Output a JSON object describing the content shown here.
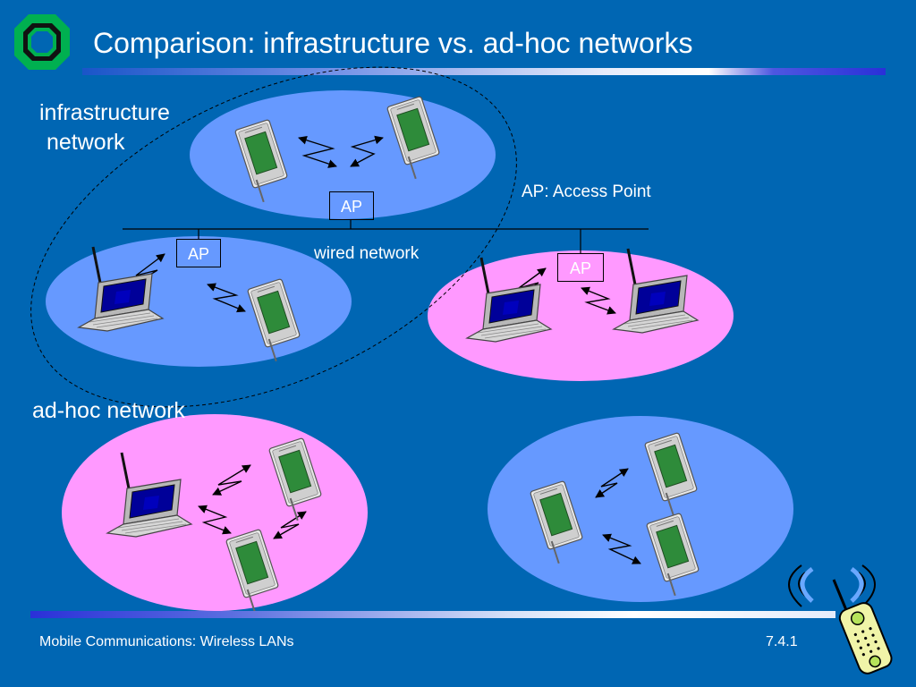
{
  "title": "Comparison: infrastructure vs. ad-hoc networks",
  "labels": {
    "infrastructure_line1": "infrastructure",
    "infrastructure_line2": "network",
    "adhoc": "ad-hoc network",
    "access_point_legend": "AP: Access Point",
    "wired_network": "wired network",
    "ap_top": "AP",
    "ap_left": "AP",
    "ap_right": "AP"
  },
  "footer": {
    "left": "Mobile Communications: Wireless LANs",
    "right": "7.4.1"
  },
  "colors": {
    "background": "#0066b3",
    "cell_blue": "#6699ff",
    "cell_pink": "#ff99ff",
    "pda_screen": "#2e8b3a",
    "laptop_screen": "#000099"
  },
  "icons": [
    "university-logo-icon",
    "pda-icon",
    "laptop-icon",
    "wireless-link-icon",
    "mobile-phone-icon"
  ]
}
